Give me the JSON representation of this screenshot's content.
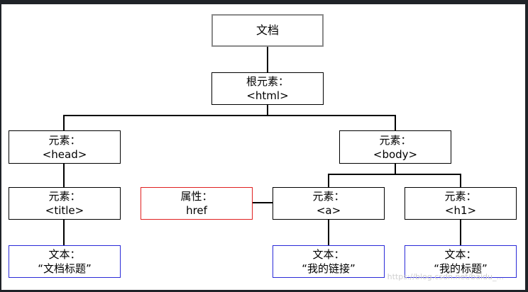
{
  "nodes": {
    "document": {
      "l1": "文档"
    },
    "root": {
      "l1": "根元素：",
      "l2": "<html>"
    },
    "head": {
      "l1": "元素：",
      "l2": "<head>"
    },
    "body": {
      "l1": "元素：",
      "l2": "<body>"
    },
    "title": {
      "l1": "元素：",
      "l2": "<title>"
    },
    "attr": {
      "l1": "属性：",
      "l2": "href"
    },
    "a": {
      "l1": "元素：",
      "l2": "<a>"
    },
    "h1": {
      "l1": "元素：",
      "l2": "<h1>"
    },
    "text_title": {
      "l1": "文本：",
      "l2": "“文档标题”"
    },
    "text_a": {
      "l1": "文本：",
      "l2": "“我的链接”"
    },
    "text_h1": {
      "l1": "文本：",
      "l2": "“我的标题”"
    }
  },
  "watermark": "https://blog.csdn.net/baidu_..."
}
